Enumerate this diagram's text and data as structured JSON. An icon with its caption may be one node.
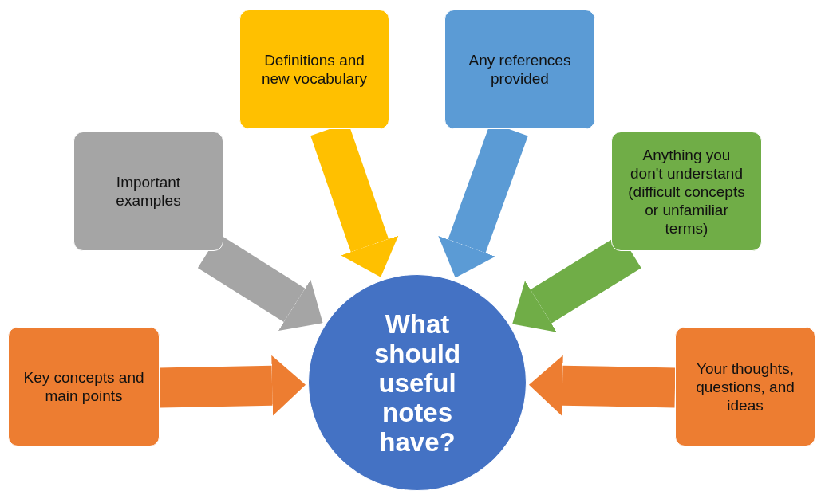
{
  "diagram": {
    "nodes": [
      {
        "text": [
          "Key concepts and main points"
        ]
      },
      {
        "text": [
          "Important examples"
        ]
      },
      {
        "text": [
          "Definitions and new vocabulary"
        ]
      },
      {
        "text": [
          "Any references provided"
        ]
      },
      {
        "text": [
          "Anything you don't understand (difficult concepts or unfamiliar terms)"
        ]
      },
      {
        "text": [
          "Your thoughts, questions, and ideas"
        ]
      },
      {
        "text": [
          "What should useful notes have?"
        ]
      }
    ],
    "edges": [
      {
        "from": 0,
        "to": 6,
        "arrow": "to",
        "color": "#ed7d31"
      },
      {
        "from": 1,
        "to": 6,
        "arrow": "to",
        "color": "#a5a5a5"
      },
      {
        "from": 2,
        "to": 6,
        "arrow": "to",
        "color": "#ffc000"
      },
      {
        "from": 3,
        "to": 6,
        "arrow": "to",
        "color": "#5b9bd5"
      },
      {
        "from": 4,
        "to": 6,
        "arrow": "to",
        "color": "#70ad47"
      },
      {
        "from": 5,
        "to": 6,
        "arrow": "to",
        "color": "#ed7d31"
      }
    ]
  }
}
